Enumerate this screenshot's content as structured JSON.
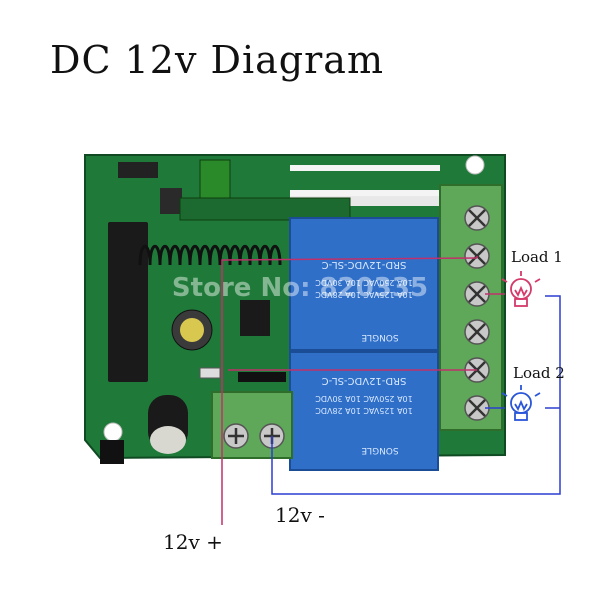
{
  "title": "DC 12v Diagram",
  "labels": {
    "load1": "Load 1",
    "load2": "Load 2",
    "v_plus": "12v +",
    "v_minus": "12v -"
  },
  "board_text": {
    "relay_model": "SRD-12VDC-SL-C",
    "relay_rating_1": "10A  250VAC  10A  30VDC",
    "relay_rating_2": "10A  125VAC  10A  28VDC",
    "relay_brand": "SONGLE",
    "watermark": "Store No: 820335"
  },
  "colors": {
    "pcb": "#1f7a3a",
    "relay": "#2f6fc8",
    "terminal": "#5fa85a",
    "wire_positive": "#c0306a",
    "wire_negative": "#2a3fd0",
    "lamp1": "#d43a6a",
    "lamp2": "#2a56d8"
  }
}
